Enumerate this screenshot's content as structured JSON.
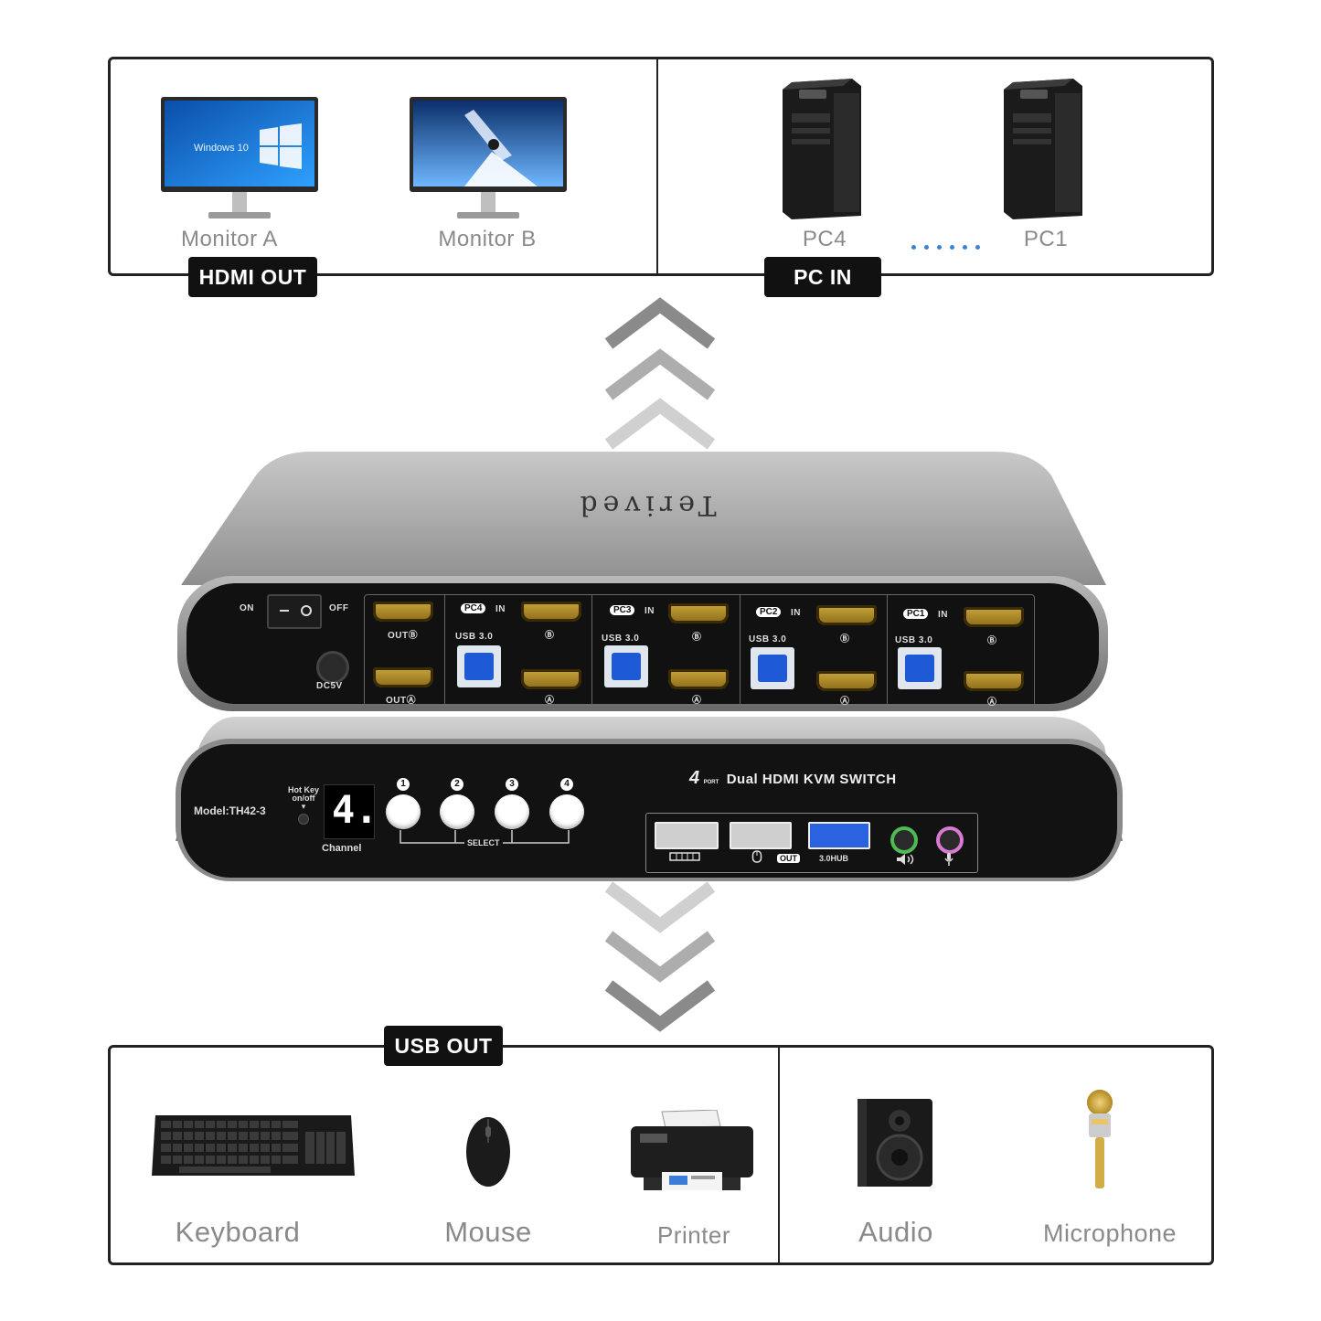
{
  "top": {
    "monitors": [
      {
        "label": "Monitor A",
        "screen_text": "Windows 10"
      },
      {
        "label": "Monitor B"
      }
    ],
    "pcs": [
      {
        "label": "PC4"
      },
      {
        "label": "PC1"
      }
    ],
    "hdmi_out_tag": "HDMI OUT",
    "pc_in_tag": "PC IN"
  },
  "device": {
    "brand": "Terived",
    "rear": {
      "on": "ON",
      "off": "OFF",
      "dc": "DC5V",
      "out_b": "OUTⒷ",
      "out_a": "OUTⒶ",
      "pc_groups": [
        {
          "tag": "PC4",
          "in": "IN",
          "usb": "USB 3.0",
          "b": "Ⓑ",
          "a": "Ⓐ"
        },
        {
          "tag": "PC3",
          "in": "IN",
          "usb": "USB 3.0",
          "b": "Ⓑ",
          "a": "Ⓐ"
        },
        {
          "tag": "PC2",
          "in": "IN",
          "usb": "USB 3.0",
          "b": "Ⓑ",
          "a": "Ⓐ"
        },
        {
          "tag": "PC1",
          "in": "IN",
          "usb": "USB 3.0",
          "b": "Ⓑ",
          "a": "Ⓐ"
        }
      ]
    },
    "front": {
      "model": "Model:TH42-3",
      "hotkey": "Hot Key",
      "hotkey_sub": "on/off",
      "channel_digit": "4.",
      "channel_label": "Channel",
      "select_numbers": [
        "1",
        "2",
        "3",
        "4"
      ],
      "select_label": "SELECT",
      "title_num": "4",
      "title_port": "PORT",
      "title": "Dual HDMI KVM SWITCH",
      "out_label": "OUT",
      "hub_label": "3.0HUB"
    }
  },
  "bottom": {
    "usb_out_tag": "USB OUT",
    "devices": [
      {
        "label": "Keyboard"
      },
      {
        "label": "Mouse"
      },
      {
        "label": "Printer"
      },
      {
        "label": "Audio"
      },
      {
        "label": "Microphone"
      }
    ]
  }
}
